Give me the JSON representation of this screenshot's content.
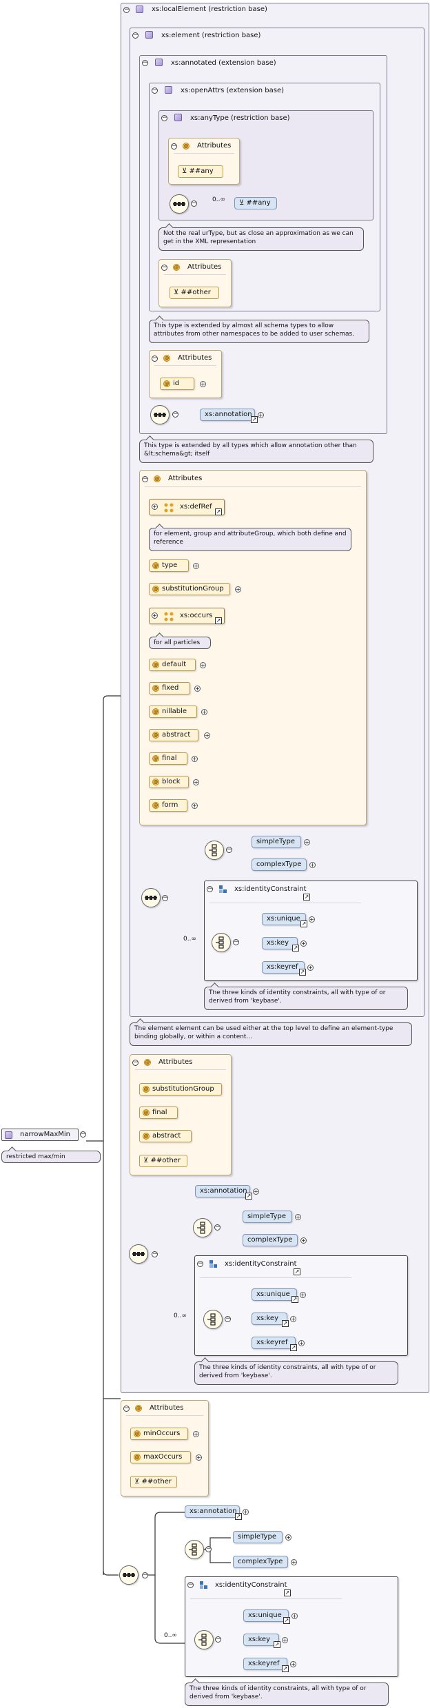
{
  "root": {
    "label": "narrowMaxMin",
    "doc": "restricted max/min"
  },
  "localElement": {
    "label": "xs:localElement (restriction base)"
  },
  "element": {
    "label": "xs:element (restriction base)"
  },
  "annotated": {
    "label": "xs:annotated (extension base)"
  },
  "openAttrs": {
    "label": "xs:openAttrs (extension base)"
  },
  "anyType": {
    "label": "xs:anyType (restriction base)",
    "attributes_label": "Attributes",
    "any_attribute": "##any",
    "any_element": "##any",
    "cardinality": "0..∞",
    "doc": "Not the real urType, but as close an approximation as we can get in the XML representation"
  },
  "openAttrs_attrs": {
    "label": "Attributes",
    "other": "##other",
    "doc": "This type is extended by almost all schema types to allow attributes from other namespaces to be added to user schemas."
  },
  "annotated_attrs": {
    "label": "Attributes",
    "id": "id",
    "annotation": "xs:annotation",
    "doc": "This type is extended by all types which allow annotation other than &lt;schema&gt; itself"
  },
  "element_attrs": {
    "label": "Attributes",
    "defRef": "xs:defRef",
    "defRef_doc": "for element, group and attributeGroup, which both define and reference",
    "type": "type",
    "substitutionGroup": "substitutionGroup",
    "occurs": "xs:occurs",
    "occurs_doc": "for all particles",
    "default": "default",
    "fixed": "fixed",
    "nillable": "nillable",
    "abstract": "abstract",
    "final": "final",
    "block": "block",
    "form": "form"
  },
  "element_content": {
    "simpleType": "simpleType",
    "complexType": "complexType",
    "identityConstraint": "xs:identityConstraint",
    "unique": "xs:unique",
    "key": "xs:key",
    "keyref": "xs:keyref",
    "cardinality": "0..∞",
    "id_doc": "The three kinds of identity constraints, all with type of or derived from 'keybase'.",
    "element_doc": "The element element can be used either at the top level to define an element-type binding globally, or within a content..."
  },
  "local_attrs": {
    "label": "Attributes",
    "substitutionGroup": "substitutionGroup",
    "final": "final",
    "abstract": "abstract",
    "other": "##other"
  },
  "local_content": {
    "annotation": "xs:annotation",
    "simpleType": "simpleType",
    "complexType": "complexType",
    "identityConstraint": "xs:identityConstraint",
    "unique": "xs:unique",
    "key": "xs:key",
    "keyref": "xs:keyref",
    "cardinality": "0..∞",
    "id_doc": "The three kinds of identity constraints, all with type of or derived from 'keybase'."
  },
  "narrow_attrs": {
    "label": "Attributes",
    "minOccurs": "minOccurs",
    "maxOccurs": "maxOccurs",
    "other": "##other"
  },
  "narrow_content": {
    "annotation": "xs:annotation",
    "simpleType": "simpleType",
    "complexType": "complexType",
    "identityConstraint": "xs:identityConstraint",
    "unique": "xs:unique",
    "key": "xs:key",
    "keyref": "xs:keyref",
    "cardinality": "0..∞",
    "id_doc": "The three kinds of identity constraints, all with type of or derived from 'keybase'."
  },
  "icons": [
    "complex-type-icon",
    "attribute-icon",
    "attribute-group-icon",
    "sequence-compositor-icon",
    "choice-compositor-icon",
    "identity-constraint-icon",
    "expand-toggle-icon",
    "collapse-toggle-icon",
    "reference-arrow-icon"
  ]
}
